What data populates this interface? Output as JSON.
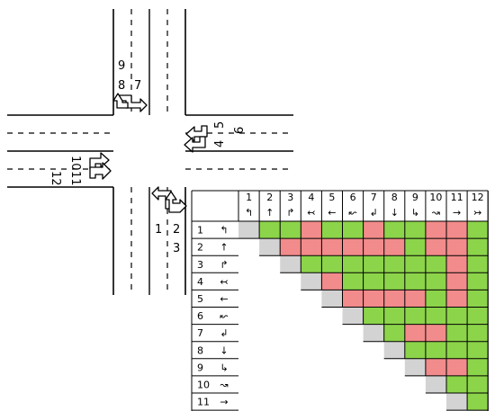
{
  "intersection": {
    "north_labels": [
      "9",
      "8",
      "7"
    ],
    "east_labels": [
      "4",
      "5",
      "6"
    ],
    "south_labels": [
      "1",
      "2",
      "3"
    ],
    "west_labels": [
      "10",
      "11",
      "12"
    ]
  },
  "matrix": {
    "movements": [
      {
        "number": "1",
        "symbol": "↰"
      },
      {
        "number": "2",
        "symbol": "↑"
      },
      {
        "number": "3",
        "symbol": "↱"
      },
      {
        "number": "4",
        "symbol": "↢"
      },
      {
        "number": "5",
        "symbol": "←"
      },
      {
        "number": "6",
        "symbol": "↜"
      },
      {
        "number": "7",
        "symbol": "↲"
      },
      {
        "number": "8",
        "symbol": "↓"
      },
      {
        "number": "9",
        "symbol": "↳"
      },
      {
        "number": "10",
        "symbol": "↝"
      },
      {
        "number": "11",
        "symbol": "→"
      },
      {
        "number": "12",
        "symbol": "↣"
      }
    ],
    "colors": {
      "compatible": "#8cd44a",
      "conflict": "#f28b8b",
      "self": "#d3d3d3"
    },
    "rows": [
      "SGGRGGRGGRRG",
      "-SRRRRRRGRRG",
      "--SGGGGGGGRG",
      "---SRGGGGGRG",
      "----SRRRRGRG",
      "-----SGGGGGG",
      "------SGRRGG",
      "-------SGGGG",
      "--------SRRG",
      "---------SGG",
      "----------SG",
      "-----------S"
    ]
  }
}
